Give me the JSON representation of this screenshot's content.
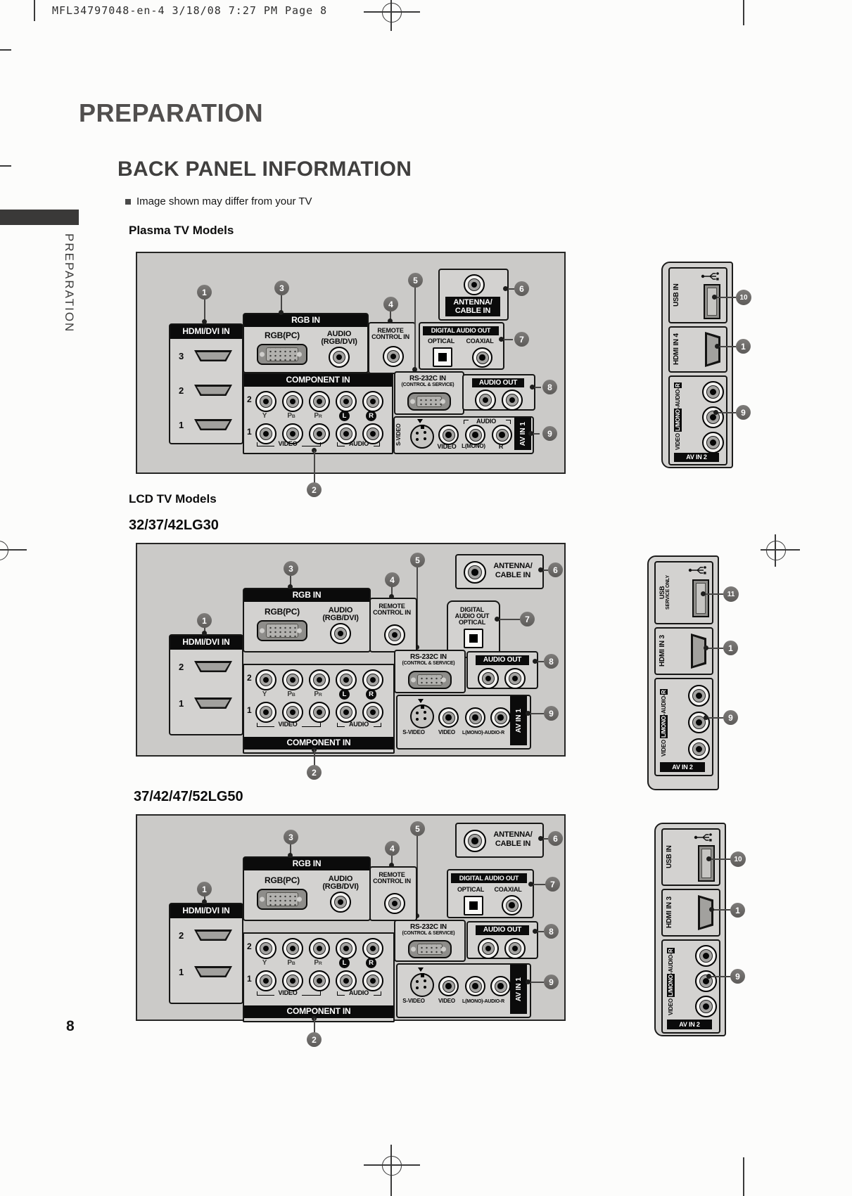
{
  "print_header": "MFL34797048-en-4  3/18/08  7:27 PM  Page 8",
  "page": {
    "chapter_title": "PREPARATION",
    "sidebar_text": "PREPARATION",
    "section_title": "BACK PANEL INFORMATION",
    "note": "Image shown may differ from your TV",
    "page_number": "8"
  },
  "headings": {
    "plasma": "Plasma TV Models",
    "lcd": "LCD TV Models",
    "lg30": "32/37/42LG30",
    "lg50": "37/42/47/52LG50"
  },
  "labels": {
    "hdmi_dvi_in": "HDMI/DVI IN",
    "rgb_in": "RGB IN",
    "rgb_pc": "RGB(PC)",
    "audio": "AUDIO",
    "rgb_dvi": "(RGB/DVI)",
    "remote_line1": "REMOTE",
    "remote_line2": "CONTROL IN",
    "component_in": "COMPONENT IN",
    "rs232_line1": "RS-232C IN",
    "rs232_line2": "(CONTROL & SERVICE)",
    "antenna_line1": "ANTENNA/",
    "antenna_line2": "CABLE IN",
    "digital_audio_out": "DIGITAL AUDIO OUT",
    "digital": "DIGITAL",
    "audio_out": "AUDIO OUT",
    "optical": "OPTICAL",
    "coaxial": "COAXIAL",
    "av_in_1": "AV IN 1",
    "av_in_2": "AV IN 2",
    "s_video": "S-VIDEO",
    "video": "VIDEO",
    "l_mono": "L(MONO)",
    "l_mono_audio_r": "L(MONO)-AUDIO-R",
    "y": "Y",
    "p": "P",
    "b": "B",
    "r": "R",
    "l": "L",
    "usb_in": "USB IN",
    "usb": "USB",
    "service_only": "SERVICE ONLY",
    "hdmi_in_4": "HDMI IN 4",
    "hdmi_in_3": "HDMI IN 3",
    "side_l_mono": "L/MONO",
    "side_audio": "-AUDIO-",
    "num3": "3",
    "num2": "2",
    "num1": "1"
  },
  "callouts": {
    "1": "1",
    "2": "2",
    "3": "3",
    "4": "4",
    "5": "5",
    "6": "6",
    "7": "7",
    "8": "8",
    "9": "9",
    "10": "10",
    "11": "11"
  }
}
